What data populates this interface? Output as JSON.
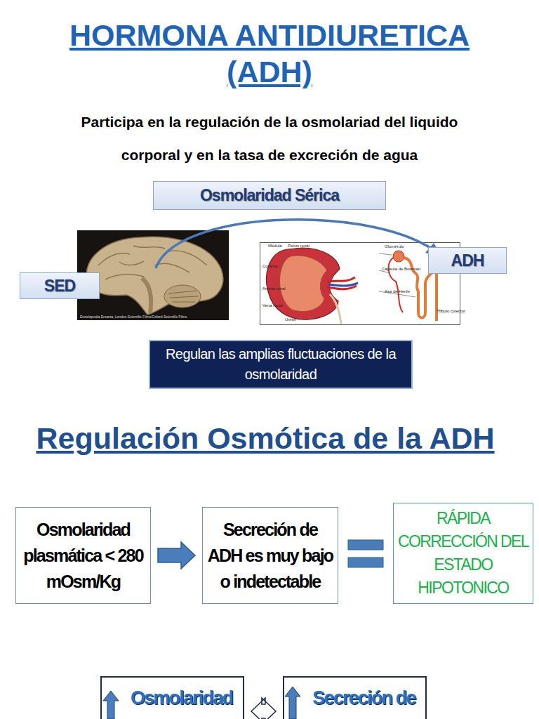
{
  "diagram": {
    "title": "HORMONA ANTIDIURETICA (ADH)",
    "nodes": [
      {
        "text": [
          "Osmolaridad Sérica"
        ]
      },
      {
        "text": [
          "SED"
        ]
      },
      {
        "text": [
          "ADH"
        ]
      },
      {
        "text": [
          "Regulan las amplias fluctuaciones de la osmolaridad"
        ]
      },
      {
        "text": [
          "Osmolaridad plasmática < 280 mOsm/Kg"
        ]
      },
      {
        "text": [
          "Secreción de ADH es muy bajo o indetectable"
        ]
      },
      {
        "text": [
          "RÁPIDA CORRECCIÓN DEL ESTADO HIPOTONICO"
        ]
      },
      {
        "text": [
          "Osmolaridad"
        ]
      },
      {
        "text": [
          "Secreción de"
        ]
      }
    ],
    "edges": [
      {
        "from": 4,
        "to": 5,
        "arrow": "to"
      },
      {
        "from": 7,
        "to": 8,
        "arrow": "both"
      }
    ],
    "labels": [
      "Participa en la regulación de la osmolariad del liquido corporal y en la tasa de excreción de agua",
      "Regulación Osmótica de la ADH",
      "Enciclopedia Encarta, London Scientific Films/Oxford Scientific Films",
      "Médula",
      "Pelvis renal",
      "Corteza",
      "Arteria renal",
      "Vena renal",
      "Uréter",
      "Glomérulo",
      "Cápsula de Bowman",
      "Asa de Henle",
      "Túbulo colector"
    ]
  }
}
